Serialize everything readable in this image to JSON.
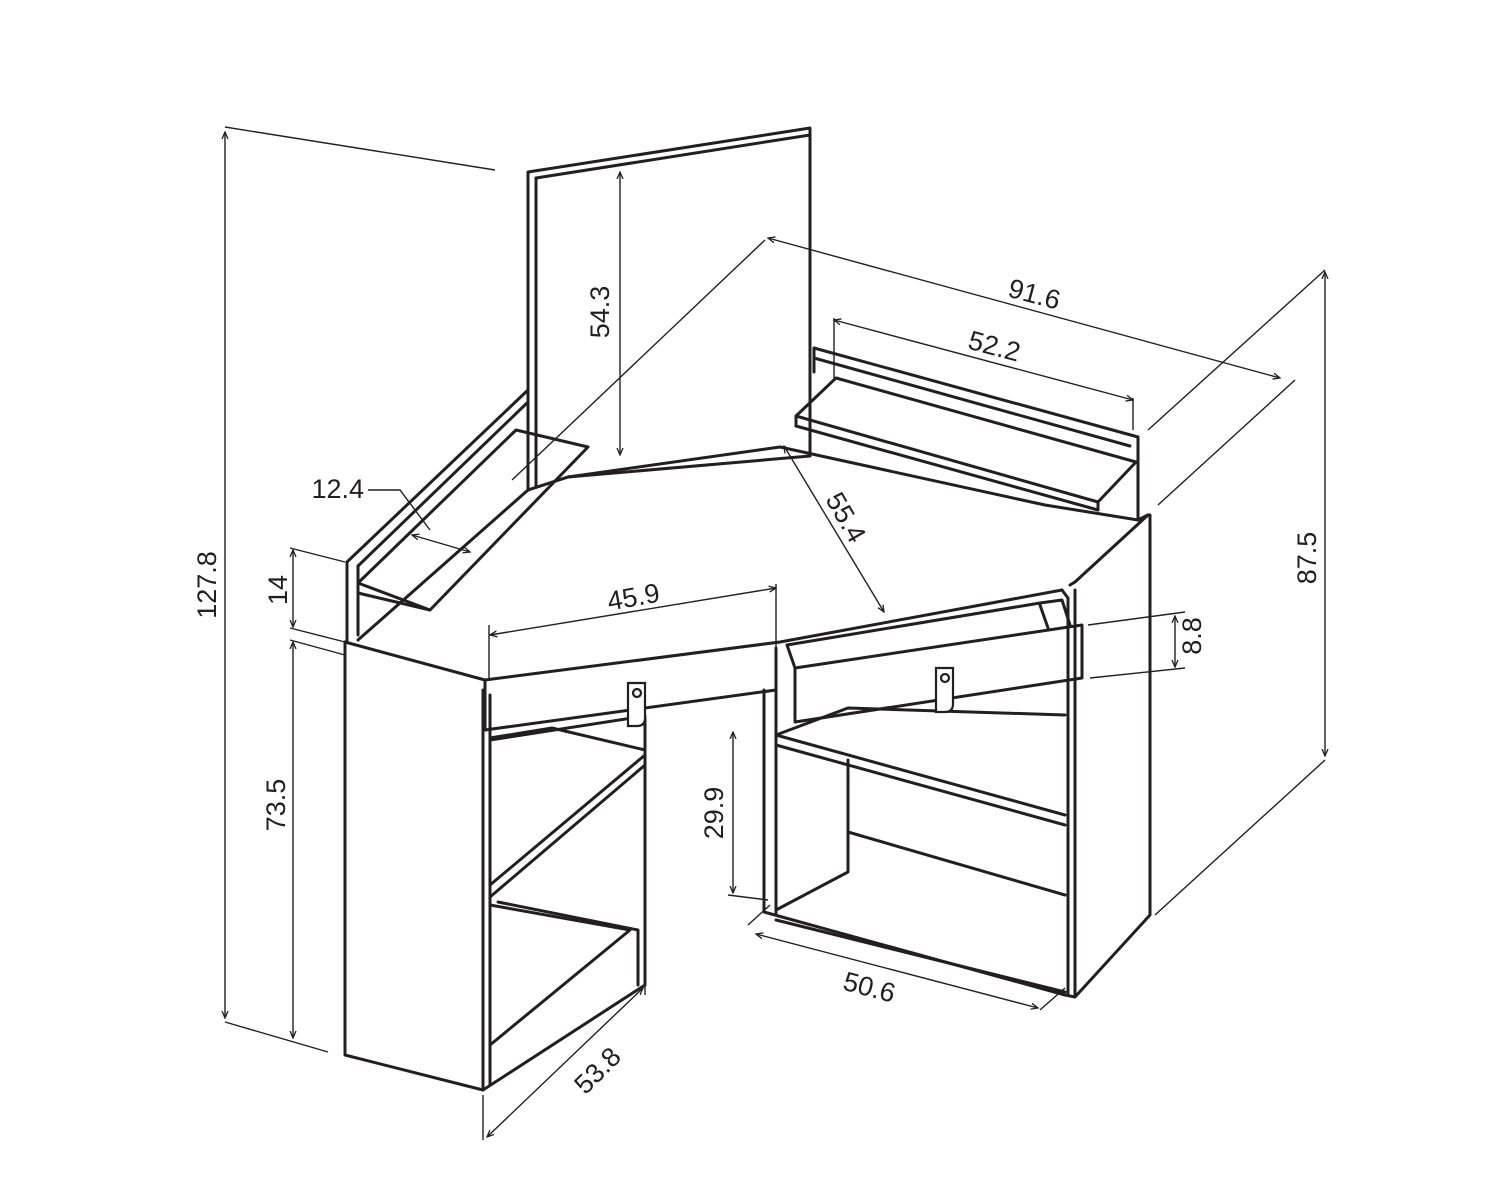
{
  "colors": {
    "line": "#231f20",
    "background": "#ffffff"
  },
  "dimensions": {
    "total_height": "127.8",
    "mirror_height": "54.3",
    "back_width": "91.6",
    "right_shelf_width": "52.2",
    "diagonal_depth": "55.4",
    "side_shelf_depth": "12.4",
    "shelf_height": "14",
    "front_width": "45.9",
    "drawer_height": "8.8",
    "right_side_height": "87.5",
    "desk_height": "73.5",
    "compartment_height": "29.9",
    "right_depth": "50.6",
    "left_depth": "53.8"
  }
}
